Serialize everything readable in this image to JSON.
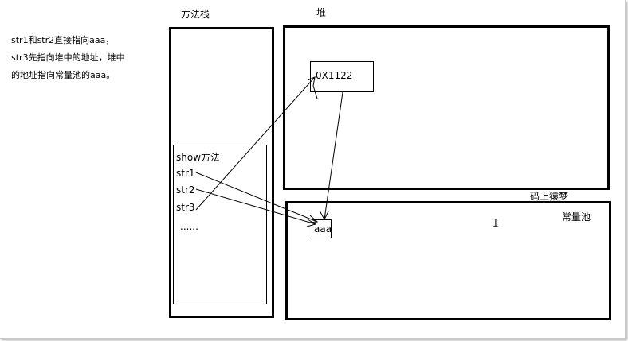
{
  "note": {
    "line1": "str1和str2直接指向aaa，",
    "line2": "str3先指向堆中的地址，堆中",
    "line3": "的地址指向常量池的aaa。"
  },
  "labels": {
    "stack": "方法栈",
    "heap": "堆",
    "pool": "常量池",
    "watermark": "码上猿梦"
  },
  "frame": {
    "title": "show方法",
    "vars": [
      "str1",
      "str2",
      "str3",
      "......"
    ]
  },
  "heap_object": {
    "address": "0X1122"
  },
  "pool_object": {
    "value": "aaa"
  }
}
